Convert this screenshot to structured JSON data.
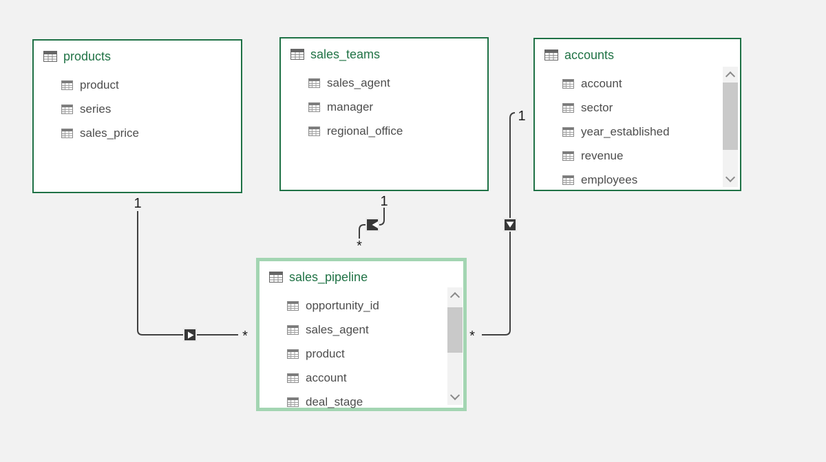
{
  "diagram": {
    "colors": {
      "accent_green": "#217346",
      "highlight_green": "#a3d5b2",
      "line": "#3f3f3f",
      "background": "#f2f2f2"
    },
    "tables": [
      {
        "title": "products",
        "fields": [
          "product",
          "series",
          "sales_price"
        ]
      },
      {
        "title": "sales_teams",
        "fields": [
          "sales_agent",
          "manager",
          "regional_office"
        ]
      },
      {
        "title": "accounts",
        "fields": [
          "account",
          "sector",
          "year_established",
          "revenue",
          "employees"
        ]
      },
      {
        "title": "sales_pipeline",
        "fields": [
          "opportunity_id",
          "sales_agent",
          "product",
          "account",
          "deal_stage"
        ]
      }
    ],
    "relationships": [
      {
        "from": "products",
        "to": "sales_pipeline",
        "one": "1",
        "many": "*"
      },
      {
        "from": "sales_teams",
        "to": "sales_pipeline",
        "one": "1",
        "many": "*"
      },
      {
        "from": "accounts",
        "to": "sales_pipeline",
        "one": "1",
        "many": "*"
      }
    ]
  }
}
